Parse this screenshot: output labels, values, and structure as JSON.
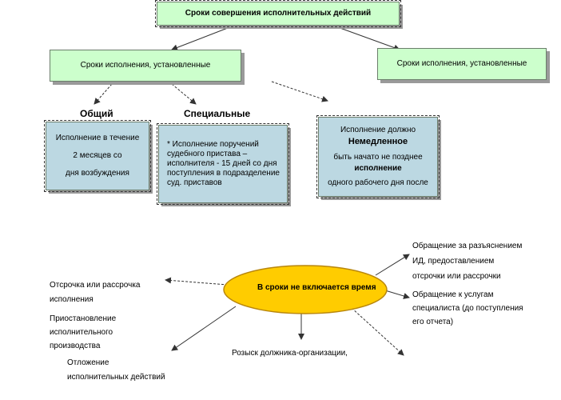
{
  "title": "Сроки совершения исполнительных действий",
  "branch_left": "Сроки исполнения, установленные",
  "branch_right": "Сроки исполнения, установленные",
  "general": {
    "heading": "Общий",
    "line1": "Исполнение в течение",
    "line2": "2 месяцев со",
    "line3": "дня возбуждения"
  },
  "special": {
    "heading": "Специальные",
    "text": "* Исполнение поручений судебного пристава – исполнителя - 15 дней со дня поступления в подразделение суд. приставов"
  },
  "immediate": {
    "line1": "Исполнение должно",
    "line2": "Немедленное",
    "line3": "быть начато не позднее",
    "line4": "исполнение",
    "line5": "одного рабочего дня после"
  },
  "center_ellipse": "В сроки не включается время",
  "items": {
    "deferral": [
      "Отсрочка или рассрочка",
      "исполнения"
    ],
    "suspension": [
      "Приостановление",
      "исполнительного",
      "производства"
    ],
    "postponement": [
      "Отложение",
      "исполнительных действий"
    ],
    "search": "Розыск должника-организации,",
    "clarification": [
      "Обращение за разъяснением",
      "ИД, предоставлением",
      "отсрочки или рассрочки"
    ],
    "specialist": [
      "Обращение к услугам",
      "специалиста (до поступления",
      "его отчета)"
    ]
  },
  "colors": {
    "box_green": "#ccffcc",
    "box_blue": "#bcd8e2",
    "ellipse_fill": "#ffcc00",
    "ellipse_stroke": "#b8860b"
  }
}
